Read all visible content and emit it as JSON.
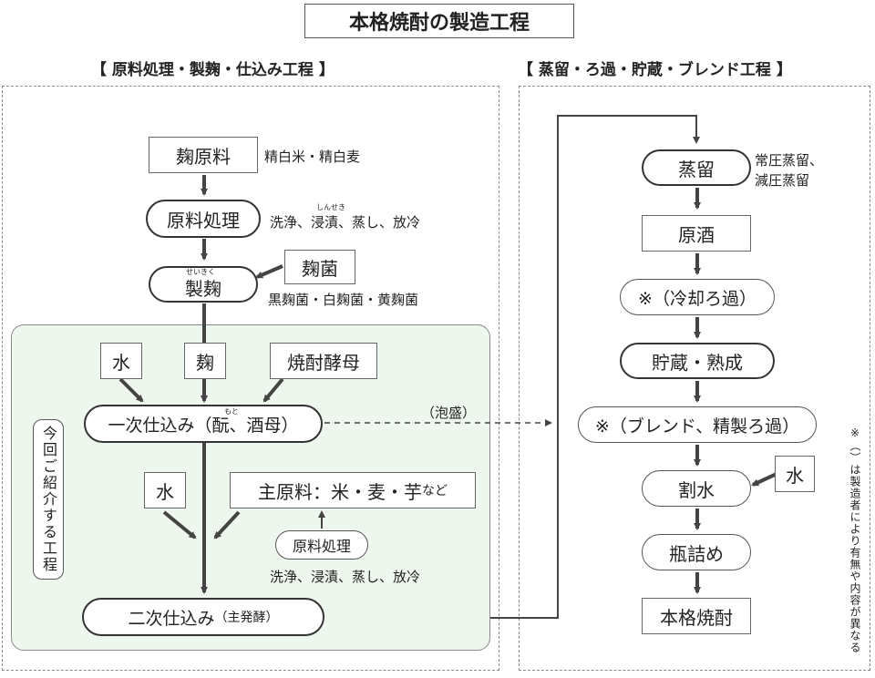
{
  "title": "本格焼酎の製造工程",
  "left_section": {
    "heading": "【 原料処理・製麹・仕込み工程 】",
    "koji_material": "麹原料",
    "koji_material_note": "精白米・精白麦",
    "raw_processing": "原料処理",
    "raw_processing_note": "洗浄、浸漬、蒸し、放冷",
    "ruby_shinseki": "しんせき",
    "seikiku": "製麹",
    "ruby_seikiku": "せいきく",
    "kojikin": "麹菌",
    "kojikin_note": "黒麹菌・白麹菌・黄麹菌",
    "water": "水",
    "koji": "麹",
    "yeast": "焼酎酵母",
    "first_shikomi": "一次仕込み（酛、酒母）",
    "ruby_moto": "もと",
    "awamori": "（泡盛）",
    "intro_label": "今回ご紹介する工程",
    "water2": "水",
    "main_material": "主原料：米・麦・芋",
    "main_material_suffix": "など",
    "raw_processing2": "原料処理",
    "raw_processing2_note": "洗浄、浸漬、蒸し、放冷",
    "second_shikomi": "二次仕込み",
    "second_shikomi_note": "（主発酵）"
  },
  "right_section": {
    "heading": "【 蒸留・ろ過・貯蔵・ブレンド工程 】",
    "distillation": "蒸留",
    "distillation_note_1": "常圧蒸留、",
    "distillation_note_2": "減圧蒸留",
    "raw_spirit": "原酒",
    "cooling_filtration": "※（冷却ろ過）",
    "storage": "貯蔵・熟成",
    "blend": "※（ブレンド、精製ろ過）",
    "dilution": "割水",
    "water": "水",
    "bottling": "瓶詰め",
    "honkaku": "本格焼酎",
    "footnote": "※（）は製造者により有無や内容が異なる"
  }
}
